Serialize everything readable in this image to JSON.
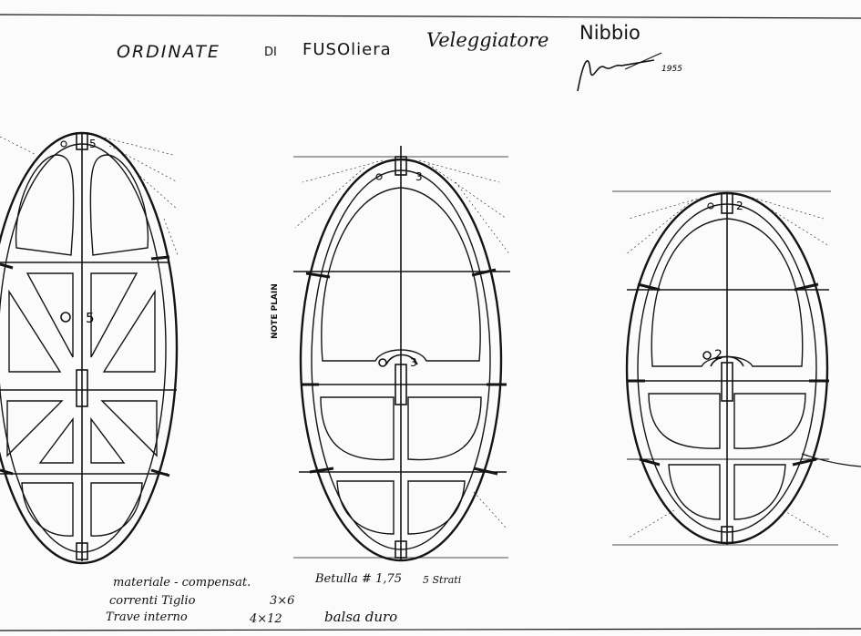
{
  "title": {
    "word1": "ORDINATE",
    "word2": "DI",
    "word3": "FUSOliera",
    "word4": "Veleggiatore",
    "word5": "Nibbio"
  },
  "signature": {
    "year": "1955"
  },
  "frames": [
    {
      "top_label": "5",
      "center_label": "5"
    },
    {
      "top_label": "3",
      "center_label": "3"
    },
    {
      "top_label": "2",
      "center_label": "2"
    }
  ],
  "side_note": "NOTE PLAIN",
  "notes": {
    "material_label": "materiale - compensat.",
    "material_value": "Betulla # 1,75",
    "material_extra": "5 Strati",
    "stringers_label": "correnti  Tiglio",
    "stringers_value": "3×6",
    "beam_label": "Trave  interno",
    "beam_value": "4×12",
    "beam_extra": "balsa duro"
  },
  "colors": {
    "ink": "#141414",
    "paper": "#fbfbfb"
  }
}
